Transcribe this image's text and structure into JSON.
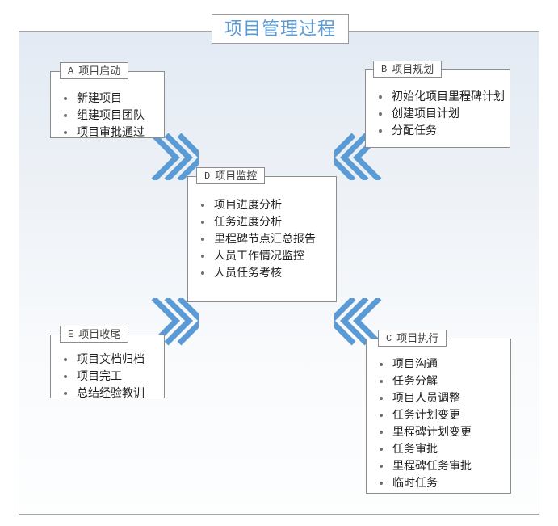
{
  "diagram": {
    "title": "项目管理过程",
    "title_color": "#5b9bd5",
    "accent_color": "#5b9bd5",
    "background_color": "#e3eaf3",
    "border_color": "#a6a6a6"
  },
  "boxes": [
    {
      "key": "A",
      "name": "项目启动",
      "items": [
        "新建项目",
        "组建项目团队",
        "项目审批通过"
      ]
    },
    {
      "key": "B",
      "name": "项目规划",
      "items": [
        "初始化项目里程碑计划",
        "创建项目计划",
        "分配任务"
      ]
    },
    {
      "key": "D",
      "name": "项目监控",
      "items": [
        "项目进度分析",
        "任务进度分析",
        "里程碑节点汇总报告",
        "人员工作情况监控",
        "人员任务考核"
      ]
    },
    {
      "key": "E",
      "name": "项目收尾",
      "items": [
        "项目文档归档",
        "项目完工",
        "总结经验教训"
      ]
    },
    {
      "key": "C",
      "name": "项目执行",
      "items": [
        "项目沟通",
        "任务分解",
        "项目人员调整",
        "任务计划变更",
        "里程碑计划变更",
        "任务审批",
        "里程碑任务审批",
        "临时任务"
      ]
    }
  ],
  "arrows": [
    {
      "id": "arrow-a-to-d",
      "from": "A",
      "to": "D",
      "direction": "down-right"
    },
    {
      "id": "arrow-b-to-d",
      "from": "B",
      "to": "D",
      "direction": "down-left"
    },
    {
      "id": "arrow-e-to-d",
      "from": "E",
      "to": "D",
      "direction": "up-right"
    },
    {
      "id": "arrow-c-to-d",
      "from": "C",
      "to": "D",
      "direction": "up-left"
    }
  ]
}
